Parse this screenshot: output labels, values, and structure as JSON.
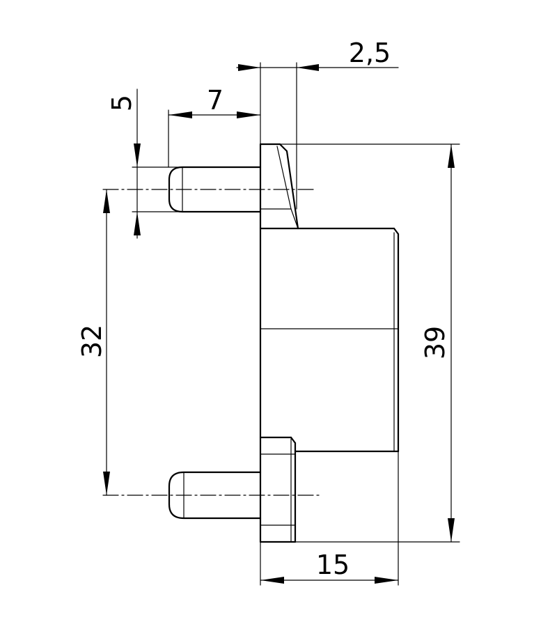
{
  "dimensions": {
    "top_flange_thickness": "2,5",
    "pin_length": "7",
    "pin_diameter": "5",
    "pin_spacing": "32",
    "overall_height": "39",
    "body_depth": "15"
  },
  "colors": {
    "line": "#000000",
    "background": "#ffffff"
  }
}
